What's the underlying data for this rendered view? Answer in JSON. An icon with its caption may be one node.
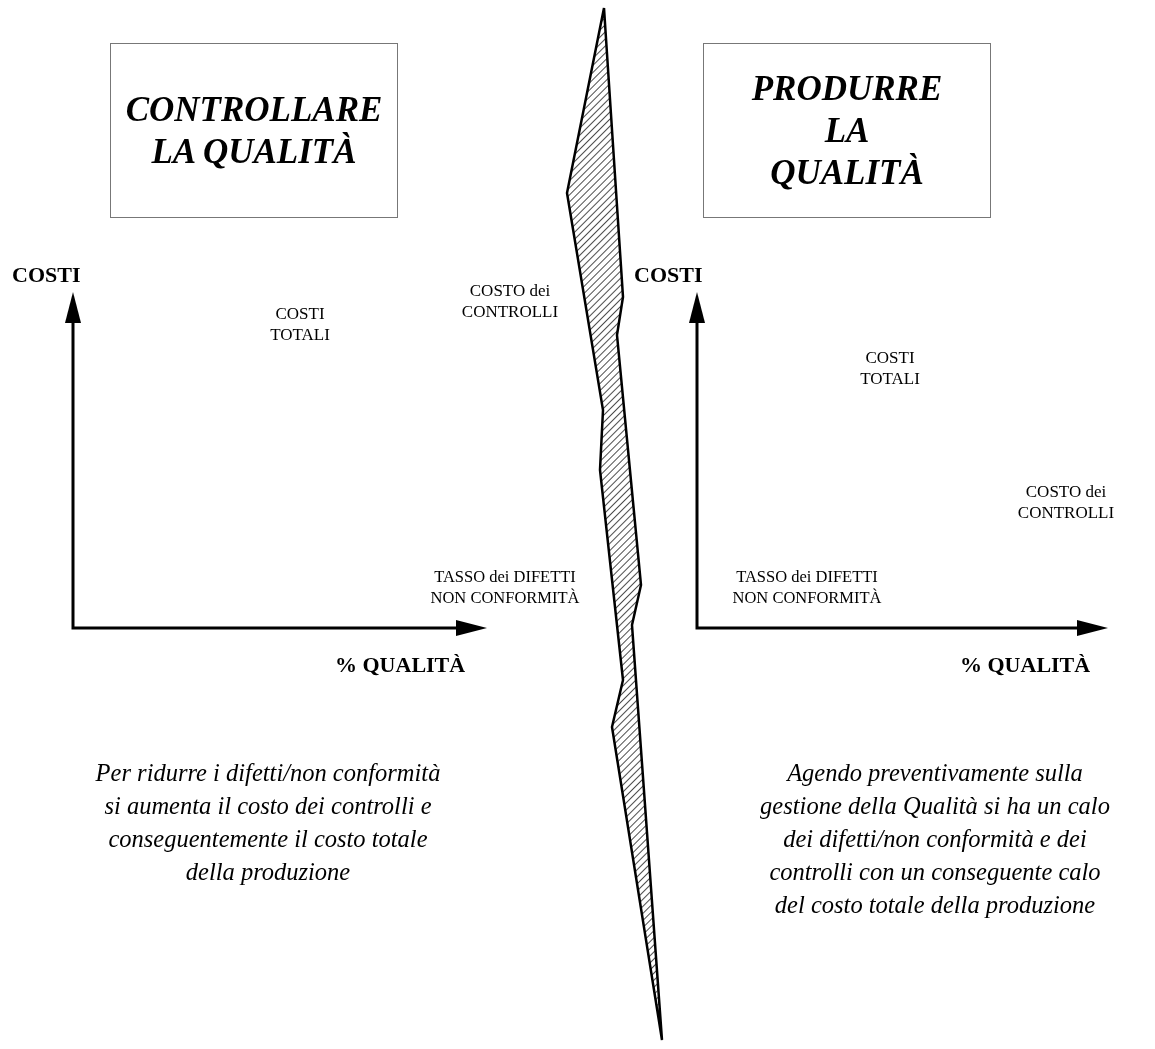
{
  "diagram": {
    "nodes": [
      {
        "text": [
          "CONTROLLARE LA QUALITÀ"
        ]
      },
      {
        "text": [
          "PRODURRE LA QUALITÀ"
        ]
      }
    ],
    "labels": [
      "COSTI",
      "COSTO dei CONTROLLI",
      "COSTI TOTALI",
      "TASSO dei DIFETTI NON CONFORMITÀ",
      "% QUALITÀ",
      "COSTI",
      "COSTI TOTALI",
      "COSTO dei CONTROLLI",
      "TASSO dei DIFETTI NON CONFORMITÀ",
      "% QUALITÀ",
      "Per ridurre i difetti/non conformità si aumenta il costo dei controlli e conseguentemente il costo totale della produzione",
      "Agendo preventivamente sulla gestione della Qualità si ha un calo dei difetti/non conformità e dei controlli con un conseguente calo del costo totale della produzione"
    ]
  }
}
